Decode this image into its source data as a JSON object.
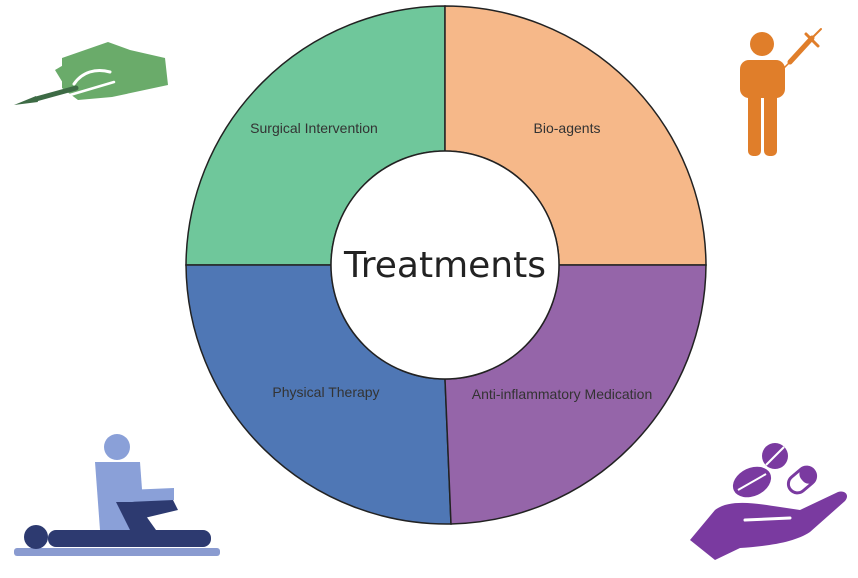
{
  "center_label": "Treatments",
  "segments": [
    {
      "label": "Surgical Intervention",
      "color": "#6fc79b"
    },
    {
      "label": "Bio-agents",
      "color": "#f6b889"
    },
    {
      "label": "Physical Therapy",
      "color": "#4f77b5"
    },
    {
      "label": "Anti-inflammatory Medication",
      "color": "#9565a9"
    }
  ],
  "icons": [
    {
      "name": "scalpel-hand-icon",
      "color": "#6aab6a"
    },
    {
      "name": "injection-person-icon",
      "color": "#e07e2a"
    },
    {
      "name": "physiotherapy-icon",
      "color": "#2d3a70"
    },
    {
      "name": "pills-hand-icon",
      "color": "#7a3aa0"
    }
  ]
}
